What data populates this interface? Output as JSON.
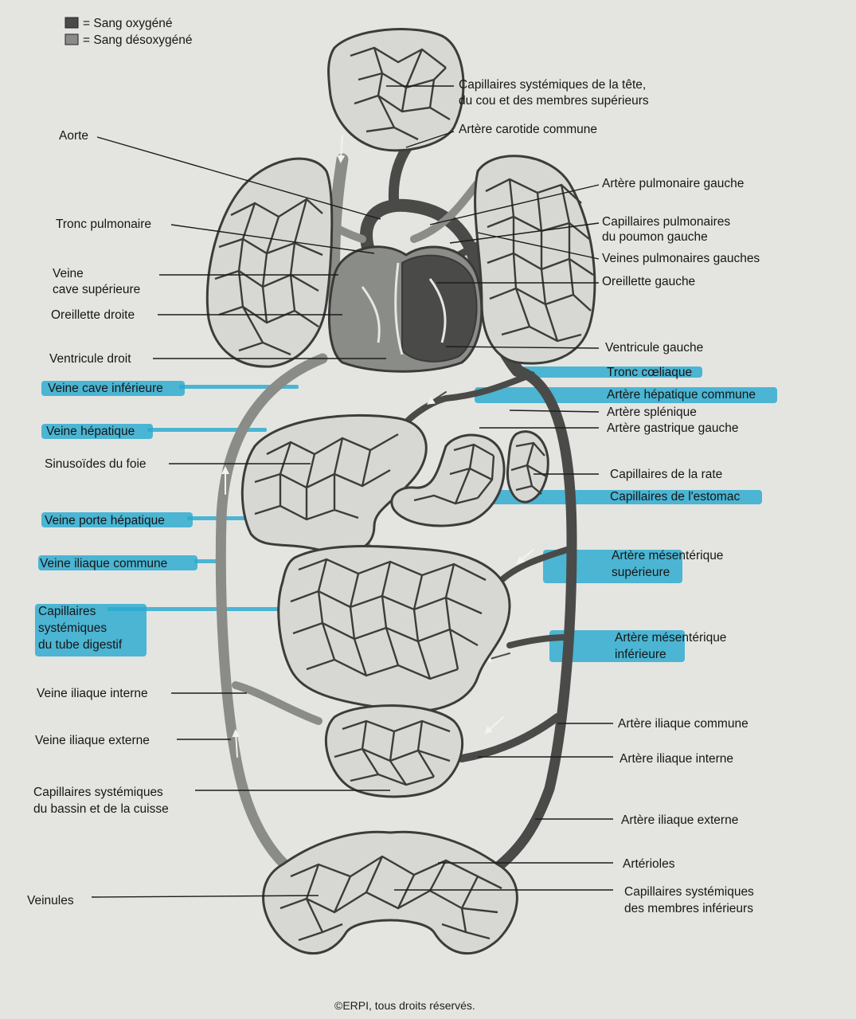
{
  "legend": {
    "oxygenated": "= Sang oxygéné",
    "deoxygenated": "= Sang désoxygéné",
    "oxygenated_color": "#4a4b49",
    "deoxygenated_color": "#8a8c88"
  },
  "labels": {
    "left": [
      {
        "id": "aorte",
        "lines": [
          "Aorte"
        ],
        "highlight": false
      },
      {
        "id": "tronc-pulmonaire",
        "lines": [
          "Tronc pulmonaire"
        ],
        "highlight": false
      },
      {
        "id": "veine-cave-superieure",
        "lines": [
          "Veine",
          "cave supérieure"
        ],
        "highlight": false
      },
      {
        "id": "oreillette-droite",
        "lines": [
          "Oreillette droite"
        ],
        "highlight": false
      },
      {
        "id": "ventricule-droit",
        "lines": [
          "Ventricule droit"
        ],
        "highlight": false
      },
      {
        "id": "veine-cave-inferieure",
        "lines": [
          "Veine cave inférieure"
        ],
        "highlight": true
      },
      {
        "id": "veine-hepatique",
        "lines": [
          "Veine hépatique"
        ],
        "highlight": true
      },
      {
        "id": "sinusoides-du-foie",
        "lines": [
          "Sinusoïdes du foie"
        ],
        "highlight": false
      },
      {
        "id": "veine-porte-hepatique",
        "lines": [
          "Veine porte hépatique"
        ],
        "highlight": true
      },
      {
        "id": "veine-iliaque-commune",
        "lines": [
          "Veine iliaque commune"
        ],
        "highlight": true
      },
      {
        "id": "capillaires-tube-digestif",
        "lines": [
          "Capillaires",
          "systémiques",
          "du tube digestif"
        ],
        "highlight": true
      },
      {
        "id": "veine-iliaque-interne",
        "lines": [
          "Veine iliaque interne"
        ],
        "highlight": false
      },
      {
        "id": "veine-iliaque-externe",
        "lines": [
          "Veine iliaque externe"
        ],
        "highlight": false
      },
      {
        "id": "capillaires-bassin-cuisse",
        "lines": [
          "Capillaires systémiques",
          "du bassin et de la cuisse"
        ],
        "highlight": false
      },
      {
        "id": "veinules",
        "lines": [
          "Veinules"
        ],
        "highlight": false
      }
    ],
    "right": [
      {
        "id": "capillaires-tete",
        "lines": [
          "Capillaires systémiques de la tête,",
          "du cou et des membres supérieurs"
        ],
        "highlight": false
      },
      {
        "id": "artere-carotide-commune",
        "lines": [
          "Artère carotide commune"
        ],
        "highlight": false
      },
      {
        "id": "artere-pulmonaire-gauche",
        "lines": [
          "Artère pulmonaire gauche"
        ],
        "highlight": false
      },
      {
        "id": "capillaires-pulmonaires",
        "lines": [
          "Capillaires pulmonaires",
          "du poumon gauche"
        ],
        "highlight": false
      },
      {
        "id": "veines-pulmonaires-gauches",
        "lines": [
          "Veines pulmonaires gauches"
        ],
        "highlight": false
      },
      {
        "id": "oreillette-gauche",
        "lines": [
          "Oreillette gauche"
        ],
        "highlight": false
      },
      {
        "id": "ventricule-gauche",
        "lines": [
          "Ventricule gauche"
        ],
        "highlight": false
      },
      {
        "id": "tronc-coeliaque",
        "lines": [
          "Tronc cœliaque"
        ],
        "highlight": true
      },
      {
        "id": "artere-hepatique-commune",
        "lines": [
          "Artère hépatique commune"
        ],
        "highlight": true
      },
      {
        "id": "artere-splenique",
        "lines": [
          "Artère splénique"
        ],
        "highlight": false
      },
      {
        "id": "artere-gastrique-gauche",
        "lines": [
          "Artère gastrique gauche"
        ],
        "highlight": false
      },
      {
        "id": "capillaires-rate",
        "lines": [
          "Capillaires de la rate"
        ],
        "highlight": false
      },
      {
        "id": "capillaires-estomac",
        "lines": [
          "Capillaires de l'estomac"
        ],
        "highlight": true
      },
      {
        "id": "artere-mesenterique-superieure",
        "lines": [
          "Artère mésentérique",
          "supérieure"
        ],
        "highlight": true
      },
      {
        "id": "artere-mesenterique-inferieure",
        "lines": [
          "Artère mésentérique",
          "inférieure"
        ],
        "highlight": true
      },
      {
        "id": "artere-iliaque-commune",
        "lines": [
          "Artère iliaque commune"
        ],
        "highlight": false
      },
      {
        "id": "artere-iliaque-interne",
        "lines": [
          "Artère iliaque interne"
        ],
        "highlight": false
      },
      {
        "id": "artere-iliaque-externe",
        "lines": [
          "Artère iliaque externe"
        ],
        "highlight": false
      },
      {
        "id": "arterioles",
        "lines": [
          "Artérioles"
        ],
        "highlight": false
      },
      {
        "id": "capillaires-membres-inferieurs",
        "lines": [
          "Capillaires systémiques",
          "des membres inférieurs"
        ],
        "highlight": false
      }
    ]
  },
  "footer": "©ERPI, tous droits réservés.",
  "colors": {
    "highlighter": "#2aaad0"
  }
}
